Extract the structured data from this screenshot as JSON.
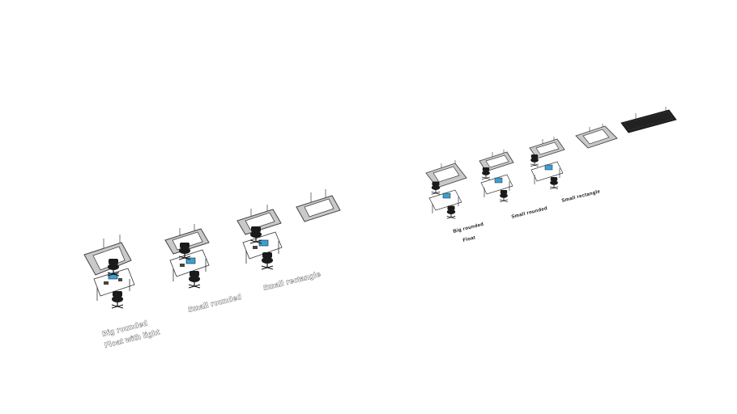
{
  "group_left": {
    "labels": {
      "big_rounded": "Big rounded",
      "float_with_light": "Float with light",
      "small_rounded": "Small rounded",
      "small_rectangle": "Small rectangle"
    }
  },
  "group_right": {
    "labels": {
      "big_rounded": "Big rounded",
      "float": "Float",
      "small_rounded": "Small rounded",
      "small_rectangle": "Small rectangle"
    }
  },
  "colors": {
    "panel_fill": "#c9c9c9",
    "panel_inner": "#ffffff",
    "monitor": "#3aa0d6",
    "chair": "#1a1a1a",
    "dark_panel": "#222222"
  }
}
